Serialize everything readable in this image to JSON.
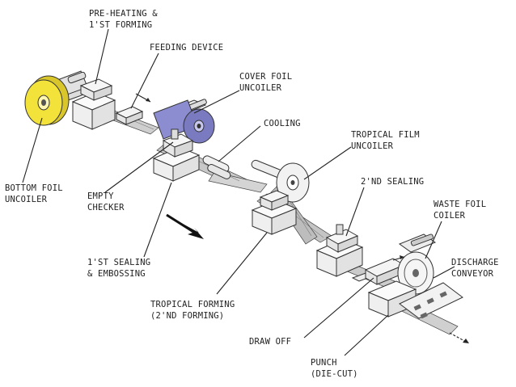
{
  "labels": {
    "pre_heating": [
      "PRE-HEATING &",
      "1'ST FORMING"
    ],
    "feeding_device": [
      "FEEDING DEVICE"
    ],
    "cover_foil": [
      "COVER FOIL",
      "UNCOILER"
    ],
    "cooling": [
      "COOLING"
    ],
    "tropical_film": [
      "TROPICAL FILM",
      "UNCOILER"
    ],
    "bottom_foil": [
      "BOTTOM FOIL",
      "UNCOILER"
    ],
    "empty_checker": [
      "EMPTY",
      "CHECKER"
    ],
    "second_sealing": [
      "2'ND SEALING"
    ],
    "waste_foil": [
      "WASTE FOIL",
      "COILER"
    ],
    "discharge": [
      "DISCHARGE",
      "CONVEYOR"
    ],
    "first_sealing": [
      "1'ST SEALING",
      "& EMBOSSING"
    ],
    "tropical_forming": [
      "TROPICAL FORMING",
      "(2'ND FORMING)"
    ],
    "draw_off": [
      "DRAW OFF"
    ],
    "punch": [
      "PUNCH",
      "(DIE-CUT)"
    ]
  },
  "colors": {
    "bottom_foil_roll": "#f2e23a",
    "cover_foil_roll": "#8c8cd0",
    "machine_face": "#efefef",
    "machine_top": "#fafafa",
    "film_fill": "#c9c9c9"
  },
  "icons": {
    "flow_direction": "arrow-icon"
  }
}
